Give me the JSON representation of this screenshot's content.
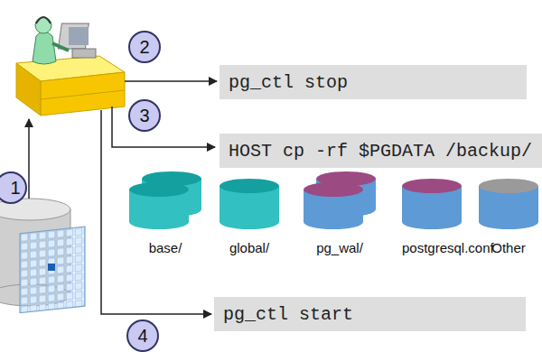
{
  "diagram": {
    "nodes": [
      {
        "text": [
          "pg_ctl stop"
        ]
      },
      {
        "text": [
          "HOST cp -rf $PGDATA /backup/"
        ]
      },
      {
        "text": [
          "base/"
        ]
      },
      {
        "text": [
          "global/"
        ]
      },
      {
        "text": [
          "pg_wal/"
        ]
      },
      {
        "text": [
          "postgresql.conf"
        ]
      },
      {
        "text": [
          "Other"
        ]
      },
      {
        "text": [
          "pg_ctl start"
        ]
      }
    ],
    "labels": [
      "1",
      "2",
      "3",
      "4"
    ]
  }
}
